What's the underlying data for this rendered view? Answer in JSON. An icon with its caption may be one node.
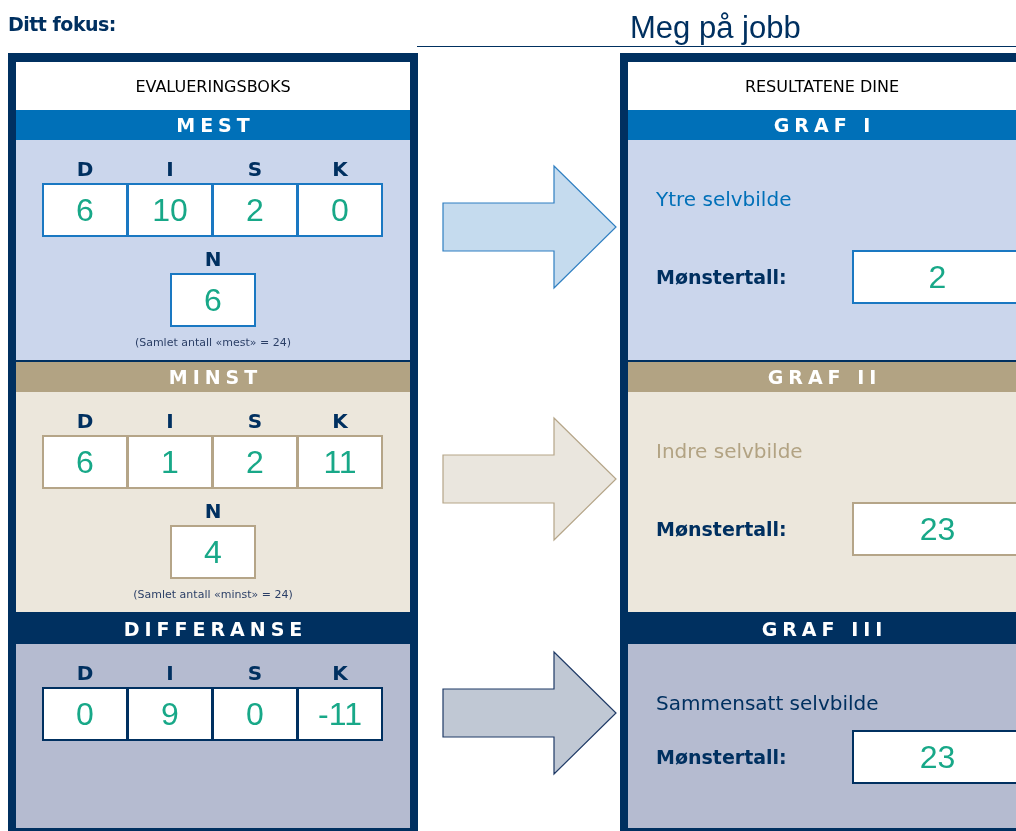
{
  "diagram": {
    "title": "Meg på jobb",
    "nodes": [
      {
        "text": [
          "EVALUERINGSBOKS"
        ]
      },
      {
        "text": [
          "MEST"
        ],
        "in": 0
      },
      {
        "text": [
          "D",
          "6"
        ],
        "in": 1
      },
      {
        "text": [
          "I",
          "10"
        ],
        "in": 1
      },
      {
        "text": [
          "S",
          "2"
        ],
        "in": 1
      },
      {
        "text": [
          "K",
          "0"
        ],
        "in": 1
      },
      {
        "text": [
          "N",
          "6"
        ],
        "in": 1,
        "beside": [
          "(Samlet antall «mest» = 24)"
        ]
      },
      {
        "text": [
          "MINST"
        ],
        "in": 0
      },
      {
        "text": [
          "D",
          "6"
        ],
        "in": 7
      },
      {
        "text": [
          "I",
          "1"
        ],
        "in": 7
      },
      {
        "text": [
          "S",
          "2"
        ],
        "in": 7
      },
      {
        "text": [
          "K",
          "11"
        ],
        "in": 7
      },
      {
        "text": [
          "N",
          "4"
        ],
        "in": 7,
        "beside": [
          "(Samlet antall «minst» = 24)"
        ]
      },
      {
        "text": [
          "DIFFERANSE"
        ],
        "in": 0
      },
      {
        "text": [
          "D",
          "0"
        ],
        "in": 13
      },
      {
        "text": [
          "I",
          "9"
        ],
        "in": 13
      },
      {
        "text": [
          "S",
          "0"
        ],
        "in": 13
      },
      {
        "text": [
          "K",
          "-11"
        ],
        "in": 13
      },
      {
        "text": [
          "RESULTATENE DINE"
        ]
      },
      {
        "text": [
          "GRAF I",
          "Ytre selvbilde"
        ],
        "in": 18
      },
      {
        "text": [
          "Mønstertall:",
          "2"
        ],
        "in": 19
      },
      {
        "text": [
          "GRAF II",
          "Indre selvbilde"
        ],
        "in": 18
      },
      {
        "text": [
          "Mønstertall:",
          "23"
        ],
        "in": 21
      },
      {
        "text": [
          "GRAF III",
          "Sammensatt selvbilde"
        ],
        "in": 18
      },
      {
        "text": [
          "Mønstertall:",
          "23"
        ],
        "in": 23
      }
    ],
    "edges": [
      {
        "from": 1,
        "to": 19,
        "arrow": "to",
        "color": "#2f7fc1"
      },
      {
        "from": 7,
        "to": 21,
        "arrow": "to",
        "color": "#b5a588"
      },
      {
        "from": 13,
        "to": 23,
        "arrow": "to",
        "color": "#1f3a66"
      }
    ],
    "labels": [
      "Ditt fokus:"
    ]
  }
}
